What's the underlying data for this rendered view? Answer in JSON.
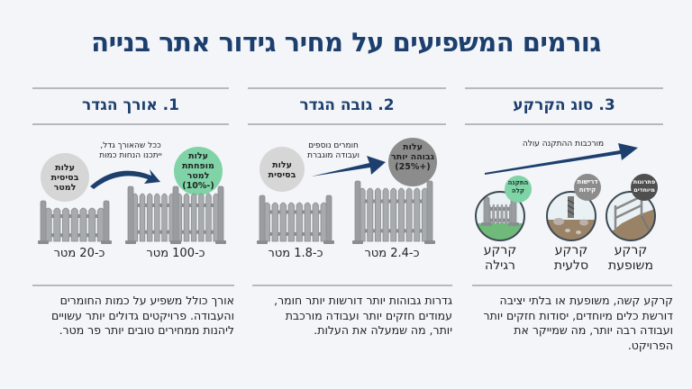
{
  "title": "גורמים המשפיעים על מחיר גידור אתר בנייה",
  "colors": {
    "title": "#1d3f6e",
    "arrow": "#1d3f6e",
    "green": "#7fd3a6",
    "gray_light": "#d6d6d6",
    "gray_mid": "#8c8c8c",
    "gray_dark": "#5a5a5a",
    "fence": "#a8abae"
  },
  "columns": [
    {
      "heading": "1. אורך הגדר",
      "annotation": "ככל שהאורך גדל, ייתכנו הנחות כמות",
      "circle_left": "עלות בסיסית למטר",
      "circle_right": "עלות מופחתת למטר (-10%)",
      "label_left": "כ-20 מטר",
      "label_right": "כ-100 מטר",
      "description": "אורך כולל משפיע על כמות החומרים והעבודה. פרויקטים גדולים יותר עשויים ליהנות ממחירים טובים יותר פר מטר."
    },
    {
      "heading": "2. גובה הגדר",
      "annotation": "חומרים נוספים ועבודה מוגברת",
      "circle_left": "עלות בסיסית",
      "circle_right": "עלות גבוהה יותר (+25%)",
      "label_left": "כ-1.8 מטר",
      "label_right": "כ-2.4 מטר",
      "description": "גדרות גבוהות יותר דורשות יותר חומר, עמודים חזקים יותר ועבודה מורכבת יותר, מה שמעלה את העלות."
    },
    {
      "heading": "3. סוג הקרקע",
      "annotation": "מורכבות ההתקנה עולה",
      "soils": [
        {
          "badge": "התקנה קלה",
          "label_1": "קרקע",
          "label_2": "רגילה"
        },
        {
          "badge": "דרישות קידוח",
          "label_1": "קרקע",
          "label_2": "סלעית"
        },
        {
          "badge": "פתרונות מיוחדים",
          "label_1": "קרקע",
          "label_2": "משופעת"
        }
      ],
      "description": "קרקע קשה, משופעת או בלתי יציבה דורשת כלים מיוחדים, יסודות חזקים יותר ועבודה רבה יותר, מה שמייקר את הפרויקט."
    }
  ]
}
